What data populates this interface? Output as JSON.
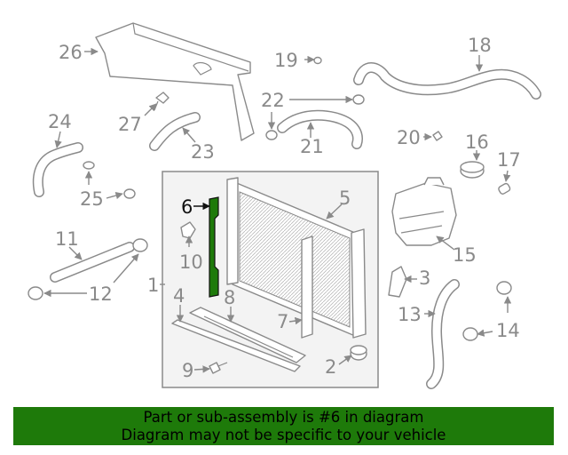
{
  "diagram": {
    "callouts": [
      "1",
      "2",
      "3",
      "4",
      "5",
      "6",
      "7",
      "8",
      "9",
      "10",
      "11",
      "12",
      "13",
      "14",
      "15",
      "16",
      "17",
      "18",
      "19",
      "20",
      "21",
      "22",
      "23",
      "24",
      "25",
      "26",
      "27"
    ],
    "highlighted_part": "6",
    "highlight_color": "#1e7a0a",
    "line_color": "#8a8a8a"
  },
  "banner": {
    "line1": "Part or sub-assembly is #6 in diagram",
    "line2": "Diagram may not be specific to your vehicle",
    "color": "#1e7a0a"
  }
}
